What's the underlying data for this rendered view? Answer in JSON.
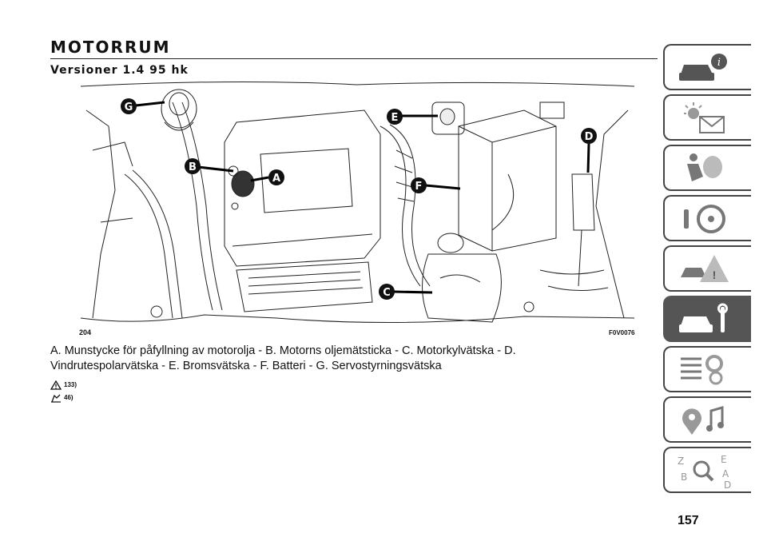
{
  "header": {
    "title": "MOTORRUM",
    "subtitle": "Versioner 1.4 95 hk"
  },
  "figure": {
    "number": "204",
    "code": "F0V0076",
    "callouts": [
      "G",
      "E",
      "D",
      "B",
      "A",
      "F",
      "C"
    ]
  },
  "caption": "A. Munstycke för påfyllning av motorolja - B. Motorns oljemätsticka - C. Motorkylvätska - D. Vindrutespolarvätska - E. Bromsvätska - F. Batteri - G. Servostyrningsvätska",
  "warnings": [
    "133)",
    "46)"
  ],
  "page_number": "157",
  "side_tabs": [
    {
      "icon": "car-info-icon",
      "active": false
    },
    {
      "icon": "lights-message-icon",
      "active": false
    },
    {
      "icon": "airbag-seat-icon",
      "active": false
    },
    {
      "icon": "steering-wheel-icon",
      "active": false
    },
    {
      "icon": "warning-triangle-car-icon",
      "active": false
    },
    {
      "icon": "car-wrench-icon",
      "active": true
    },
    {
      "icon": "specs-gears-icon",
      "active": false
    },
    {
      "icon": "multimedia-icon",
      "active": false
    },
    {
      "icon": "index-search-icon",
      "active": false
    }
  ],
  "colors": {
    "ink": "#111111",
    "tab_border": "#444444",
    "tab_active": "#555555"
  }
}
